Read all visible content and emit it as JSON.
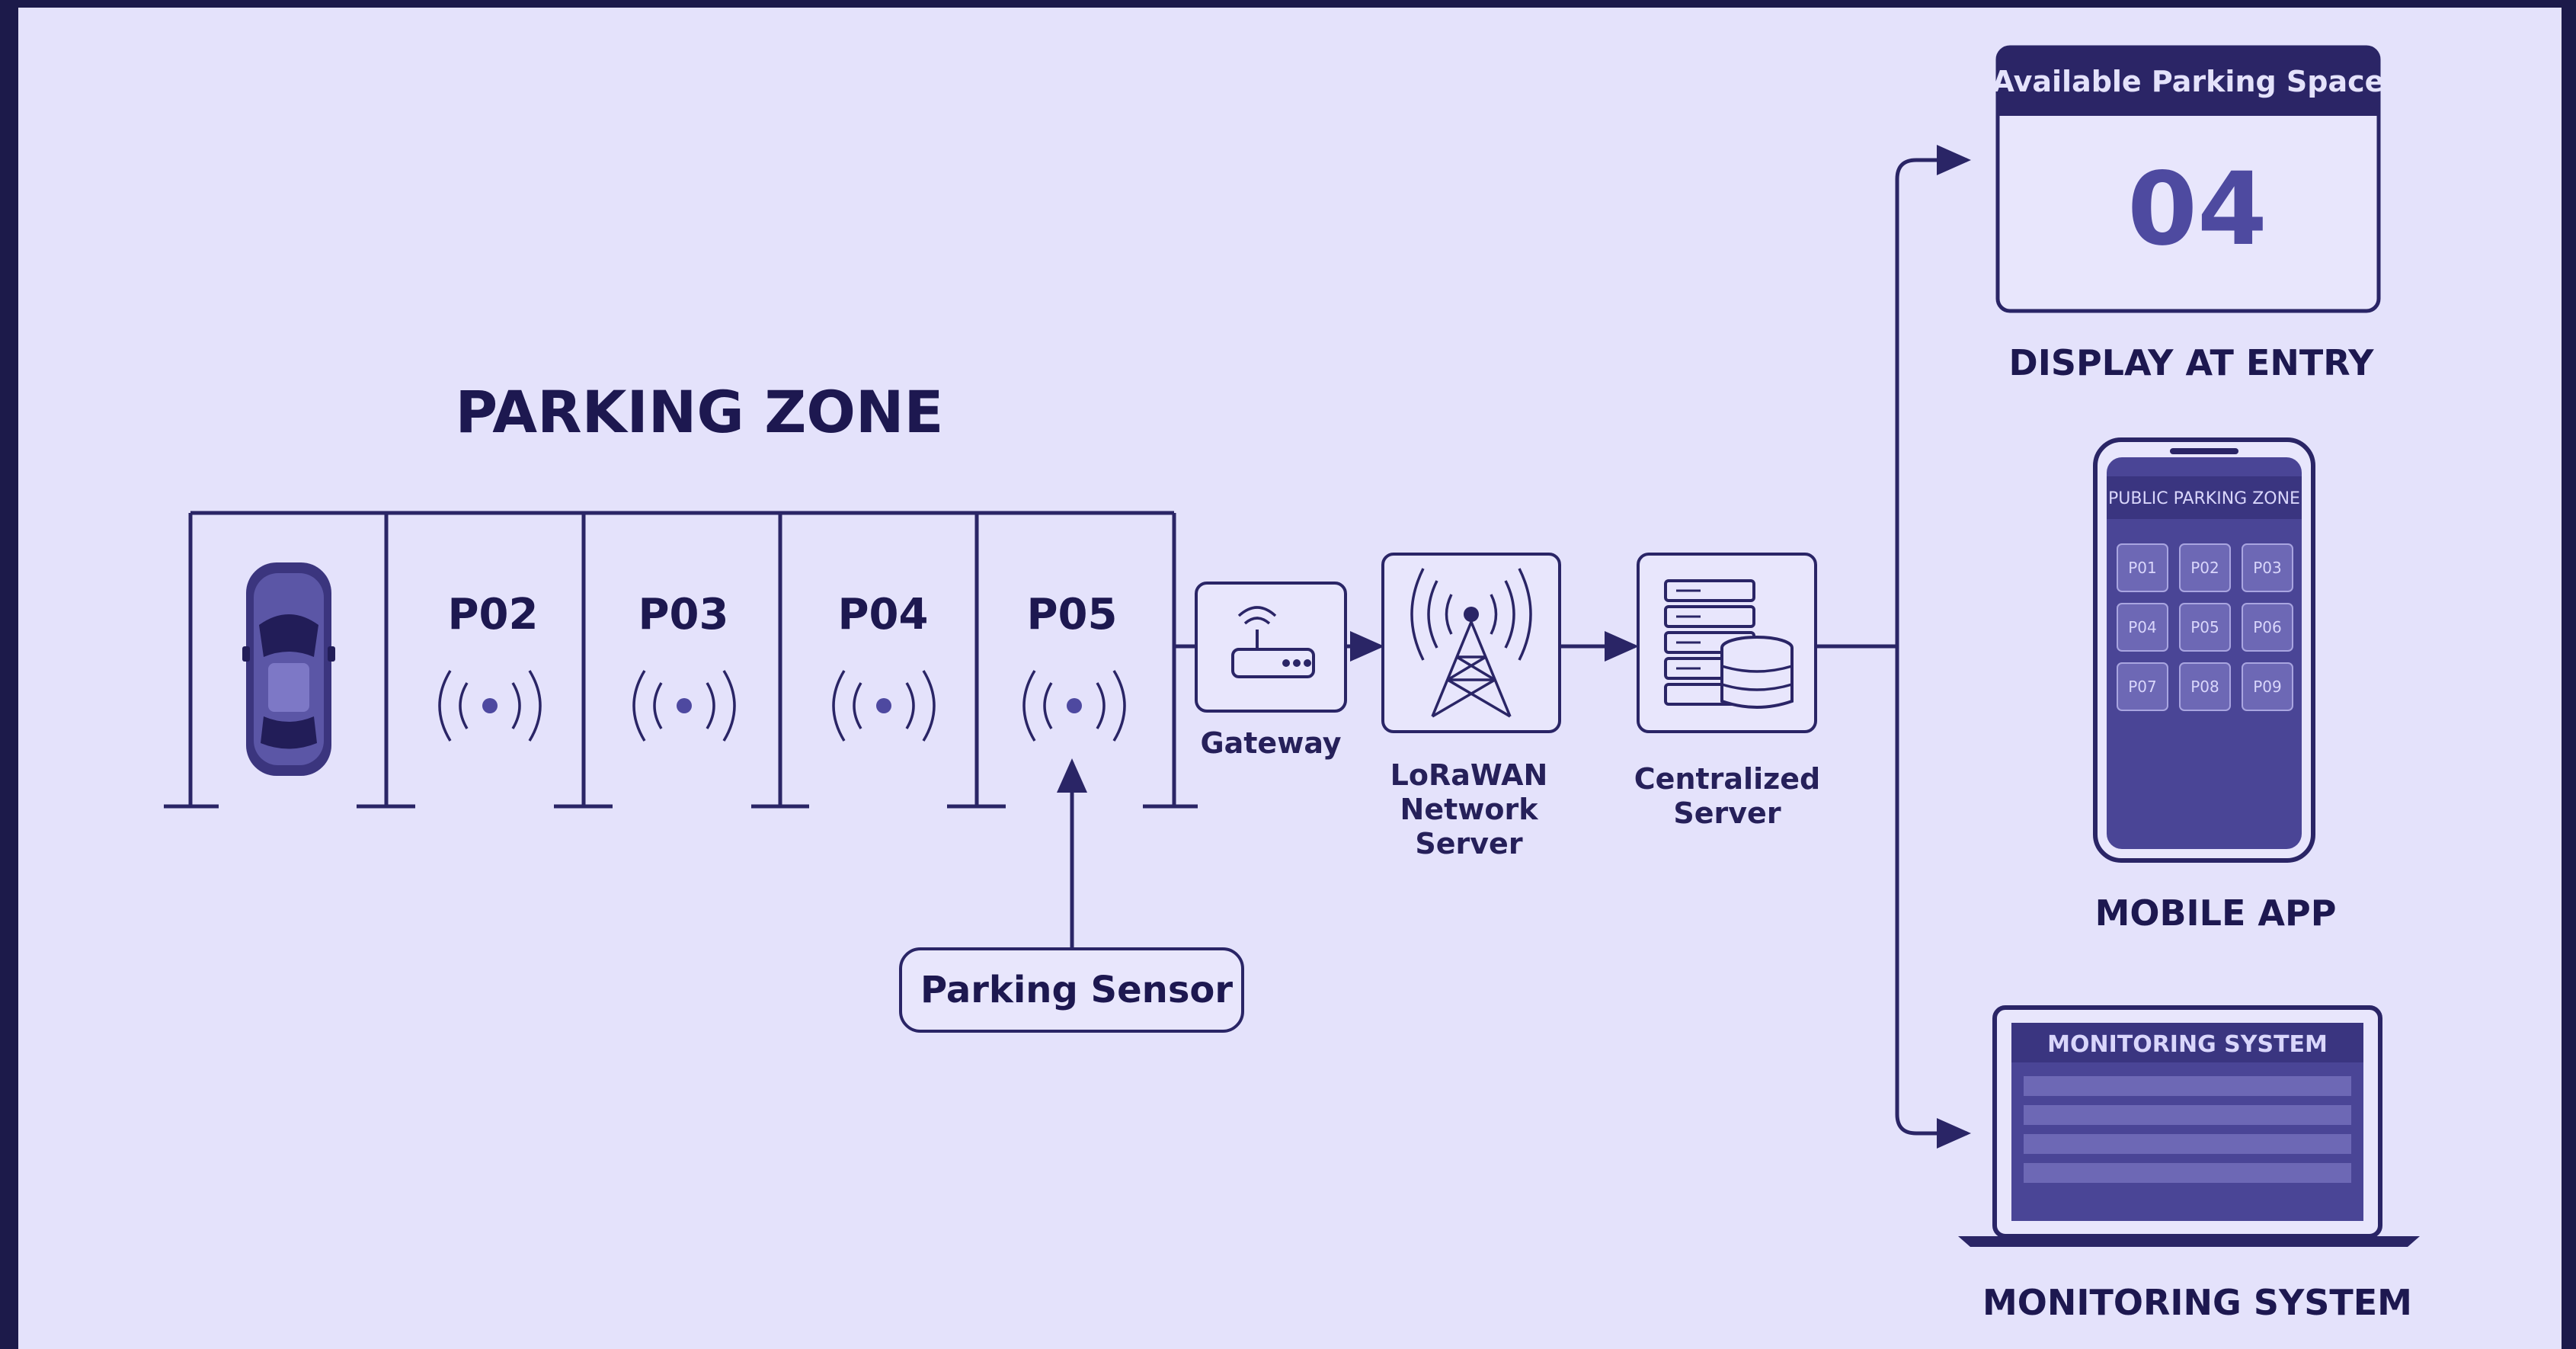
{
  "title": "PARKING ZONE",
  "slots": [
    {
      "label": ""
    },
    {
      "label": "P02"
    },
    {
      "label": "P03"
    },
    {
      "label": "P04"
    },
    {
      "label": "P05"
    }
  ],
  "sensor_label": "Parking Sensor",
  "gateway_label": "Gateway",
  "network_server_label": [
    "LoRaWAN",
    "Network",
    "Server"
  ],
  "central_server_label": [
    "Centralized",
    "Server"
  ],
  "display": {
    "header": "Available Parking Space",
    "count": "04",
    "caption": "DISPLAY AT ENTRY"
  },
  "mobile_app": {
    "header": "PUBLIC PARKING ZONE",
    "slots": [
      "P01",
      "P02",
      "P03",
      "P04",
      "P05",
      "P06",
      "P07",
      "P08",
      "P09"
    ],
    "caption": "MOBILE APP"
  },
  "monitoring": {
    "header": "MONITORING SYSTEM",
    "caption": "MONITORING SYSTEM"
  },
  "colors": {
    "background": "#e4e2fb",
    "outer_frame": "#1c1a4a",
    "ink": "#2a2566",
    "screen_fill": "#4a4596"
  }
}
